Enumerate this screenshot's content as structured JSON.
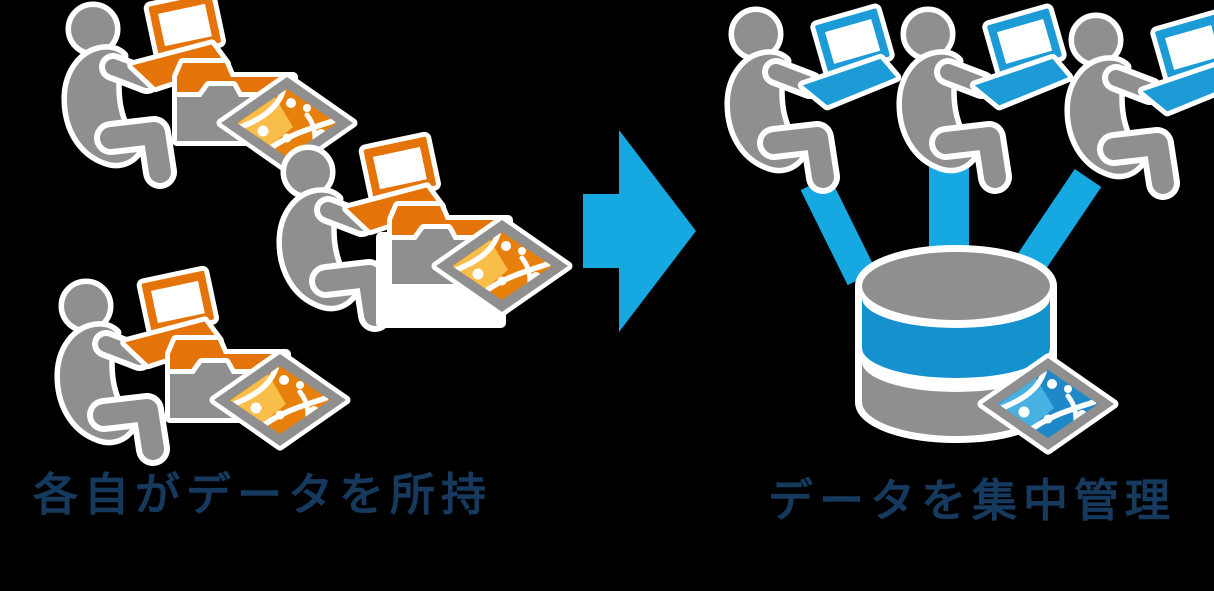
{
  "captions": {
    "left": "各自がデータを所持",
    "right": "データを集中管理"
  },
  "left_group": {
    "workstation_count": 3,
    "icons": [
      "seated-person-icon",
      "laptop-icon",
      "folder-icon",
      "map-tile-icon"
    ]
  },
  "right_group": {
    "user_count": 3,
    "connector_count": 3,
    "icons": [
      "seated-person-icon",
      "laptop-icon",
      "database-icon",
      "map-tile-icon"
    ]
  },
  "colors": {
    "background": "#000000",
    "gray": "#8F8F8F",
    "orange": "#E47409",
    "orange_map": "#E8810C",
    "orange_map_light": "#F9BE4A",
    "blue_bright": "#15A8E1",
    "blue_laptop": "#1C9BD6",
    "blue_db_band": "#1591CE",
    "blue_map": "#1E88C9",
    "blue_map_light": "#47B1E2",
    "caption_text": "#16395E",
    "outline": "#FFFFFF"
  }
}
